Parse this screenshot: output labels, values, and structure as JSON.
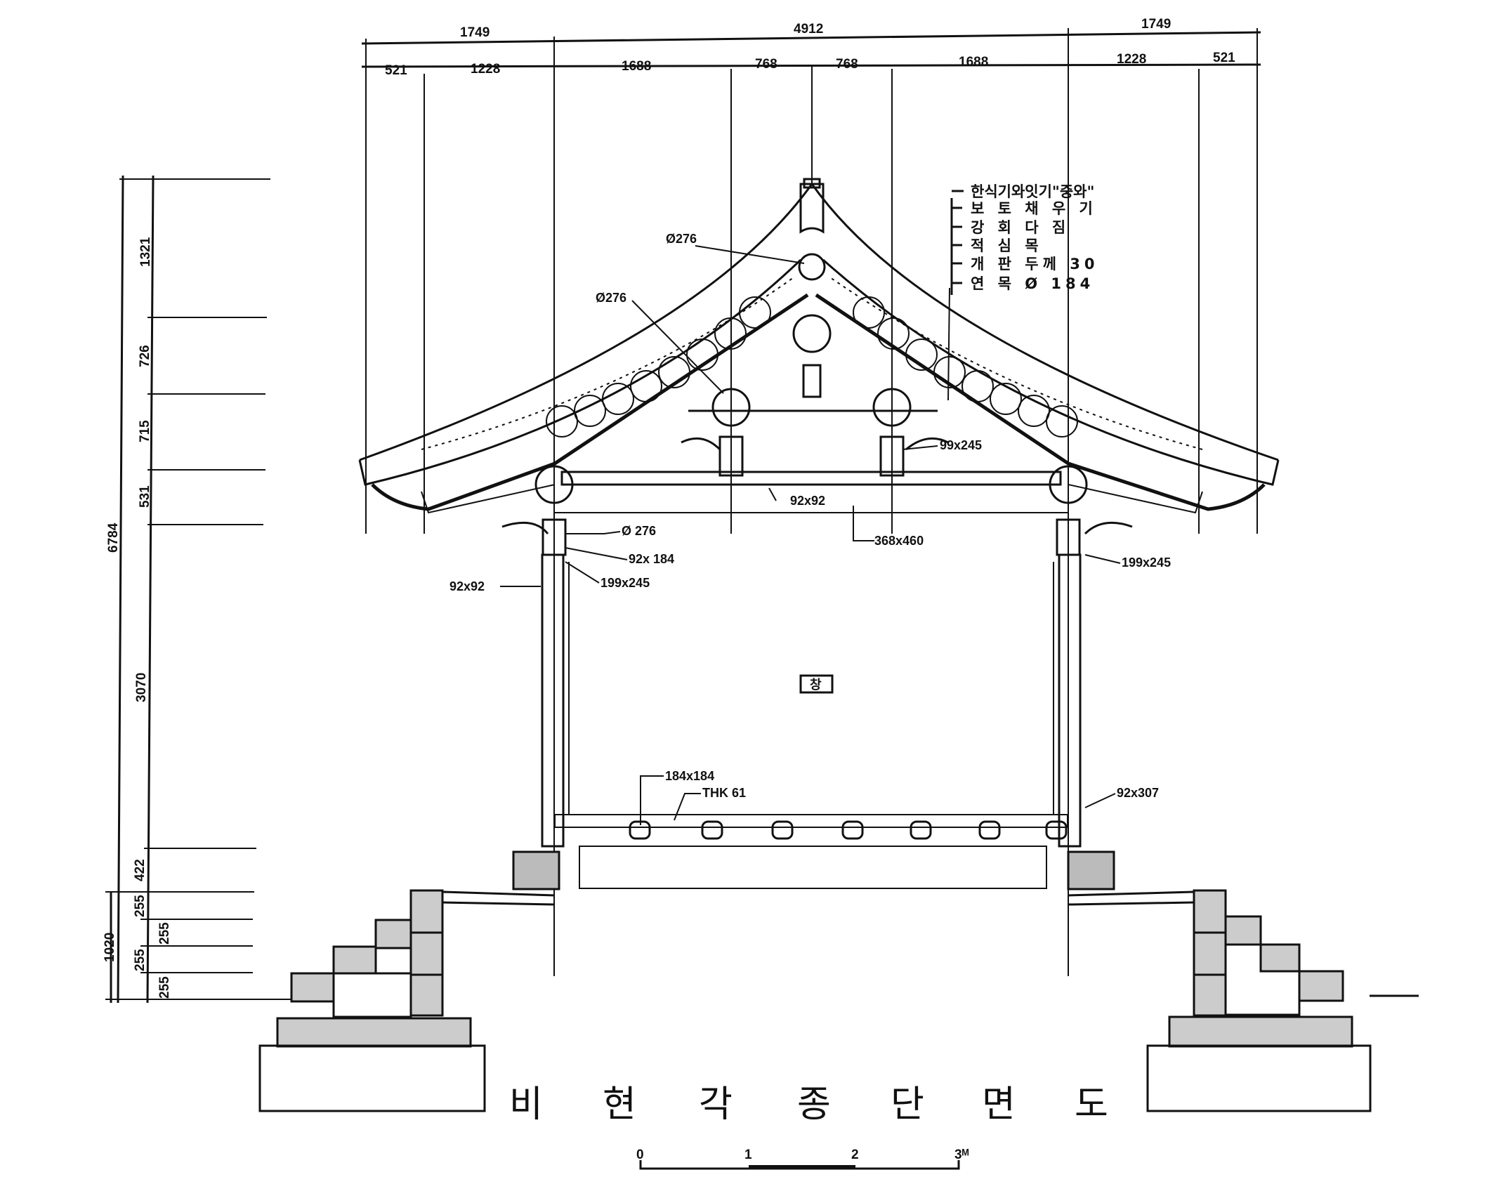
{
  "drawing": {
    "title_chars": [
      "비",
      "현",
      "각",
      "종",
      "단",
      "면",
      "도"
    ],
    "top_dims_overall": [
      "1749",
      "4912",
      "1749"
    ],
    "top_dims_detail": [
      "521",
      "1228",
      "1688",
      "768",
      "768",
      "1688",
      "1228",
      "521"
    ],
    "left_dims_inner": [
      "1321",
      "726",
      "715",
      "531",
      "3070",
      "422",
      "255",
      "255",
      "255"
    ],
    "left_dims_outer": [
      "6784",
      "1020",
      "255"
    ],
    "notes": [
      "한식기와잇기\"중와\"",
      "보 토 채 우 기",
      "강 회 다 짐",
      "적 심 목",
      "개 판 두께 30",
      "연 목 Ø 184"
    ],
    "labels": {
      "ridge_purlin": "Ø276",
      "mid_purlin": "Ø276",
      "king_post_beam": "99x245",
      "ceiling_joist": "92x92",
      "main_beam": "368x460",
      "column_purlin": "Ø 276",
      "column_plate": "92x 184",
      "column_beam_left": "199x245",
      "left_member": "92x92",
      "column_beam_right": "199x245",
      "floor_joist": "184x184",
      "floor_board": "THK 61",
      "sill": "92x307",
      "room": "창"
    },
    "scale_bar": {
      "ticks": [
        "0",
        "1",
        "2",
        "3ᴹ"
      ]
    }
  }
}
